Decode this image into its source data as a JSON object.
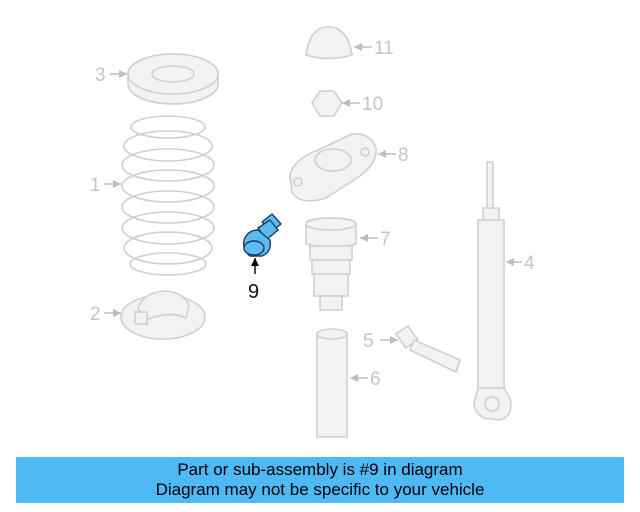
{
  "callouts": {
    "c1": "1",
    "c2": "2",
    "c3": "3",
    "c4": "4",
    "c5": "5",
    "c6": "6",
    "c7": "7",
    "c8": "8",
    "c9": "9",
    "c10": "10",
    "c11": "11"
  },
  "highlighted_part": "9",
  "banner": {
    "line1": "Part or sub-assembly is #9 in diagram",
    "line2": "Diagram may not be specific to your vehicle",
    "color": "#4fb9f5"
  },
  "colors": {
    "highlight_fill": "#5bbcf2",
    "part_outline": "#cfcfcf",
    "callout_text": "#c4c4c4"
  }
}
